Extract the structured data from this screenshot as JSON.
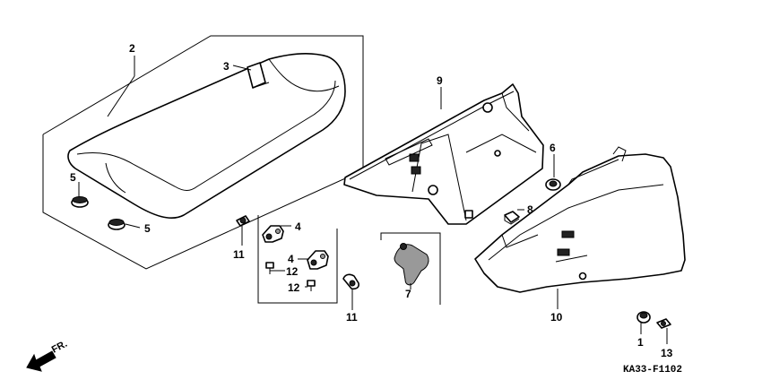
{
  "diagram": {
    "drawing_code": "KA33-F1102",
    "direction_label": "FR.",
    "callouts": {
      "seat": "2",
      "seat_tag": "3",
      "seat_cushion_a": "5",
      "seat_cushion_b": "5",
      "stay_upper": "4",
      "stay_lower": "4",
      "bolt_upper": "11",
      "bolt_lower": "11",
      "screw_a": "12",
      "screw_b": "12",
      "bracket": "7",
      "side_cover_left": "9",
      "side_cover_right": "10",
      "grommet": "6",
      "clip": "8",
      "collar": "1",
      "screw_right": "13"
    }
  },
  "colors": {
    "line": "#000000",
    "background": "#ffffff"
  }
}
